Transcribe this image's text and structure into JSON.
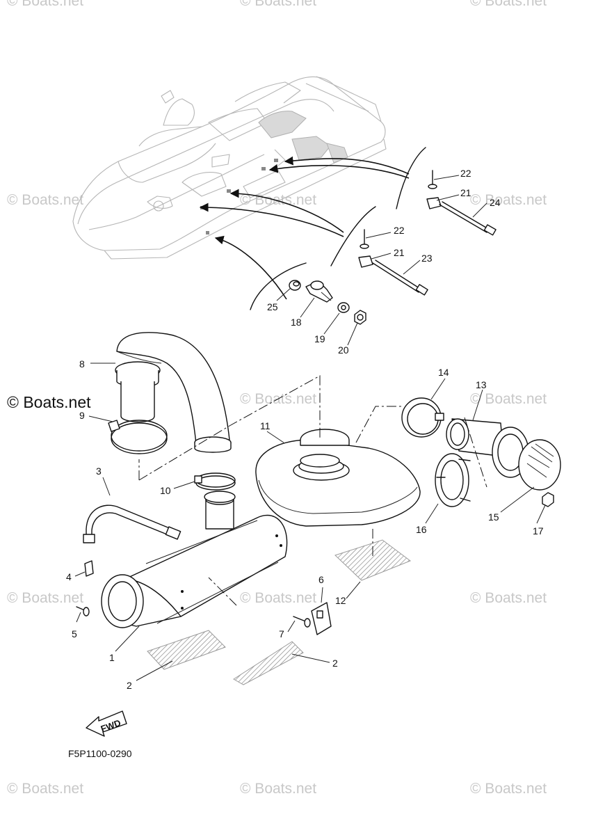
{
  "diagram": {
    "part_code": "F5P1100-0290",
    "direction_label": "FWD",
    "watermark_text": "© Boats.net",
    "callouts": [
      "1",
      "2",
      "2",
      "3",
      "4",
      "5",
      "6",
      "7",
      "8",
      "9",
      "10",
      "11",
      "12",
      "13",
      "14",
      "15",
      "16",
      "17",
      "18",
      "19",
      "20",
      "21",
      "21",
      "22",
      "22",
      "23",
      "24",
      "25"
    ]
  }
}
